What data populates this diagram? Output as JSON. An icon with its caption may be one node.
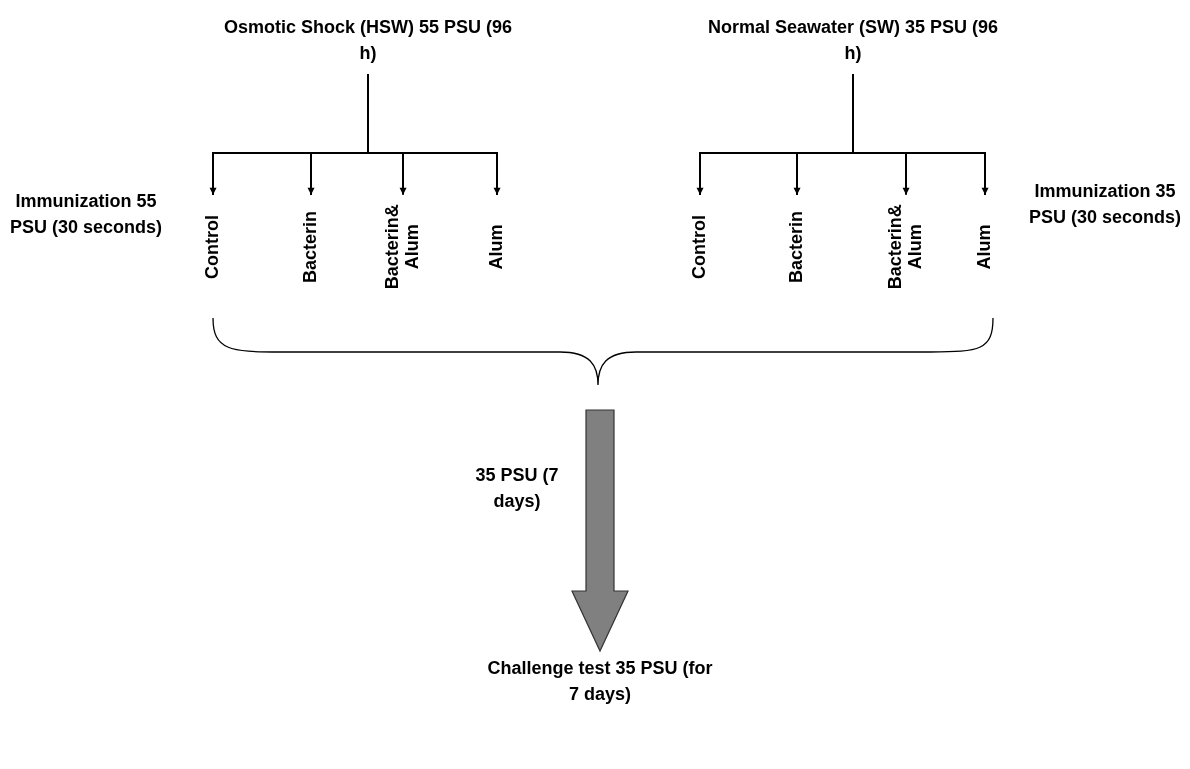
{
  "diagram": {
    "nodes": [
      {
        "text": [
          "Osmotic Shock (HSW) 55 PSU (96 h)"
        ]
      },
      {
        "text": [
          "Normal Seawater (SW) 35 PSU (96 h)"
        ]
      },
      {
        "text": [
          "Control"
        ]
      },
      {
        "text": [
          "Bacterin"
        ]
      },
      {
        "text": [
          "Bacterin& Alum"
        ]
      },
      {
        "text": [
          "Alum"
        ]
      },
      {
        "text": [
          "Control"
        ]
      },
      {
        "text": [
          "Bacterin"
        ]
      },
      {
        "text": [
          "Bacterin& Alum"
        ]
      },
      {
        "text": [
          "Alum"
        ]
      },
      {
        "text": [
          "Challenge test 35 PSU (for 7 days)"
        ]
      }
    ],
    "edges": [
      {
        "from": 0,
        "to": 2,
        "arrow": "to"
      },
      {
        "from": 0,
        "to": 3,
        "arrow": "to"
      },
      {
        "from": 0,
        "to": 4,
        "arrow": "to"
      },
      {
        "from": 0,
        "to": 5,
        "arrow": "to"
      },
      {
        "from": 1,
        "to": 6,
        "arrow": "to"
      },
      {
        "from": 1,
        "to": 7,
        "arrow": "to"
      },
      {
        "from": 1,
        "to": 8,
        "arrow": "to"
      },
      {
        "from": 1,
        "to": 9,
        "arrow": "to"
      },
      {
        "from": null,
        "to": 10,
        "arrow": "to",
        "label": "35 PSU (7 days)",
        "style": "thick",
        "color": "#808080"
      }
    ],
    "labels": [
      "Immunization 55 PSU (30 seconds)",
      "Immunization 35 PSU (30 seconds)"
    ]
  }
}
